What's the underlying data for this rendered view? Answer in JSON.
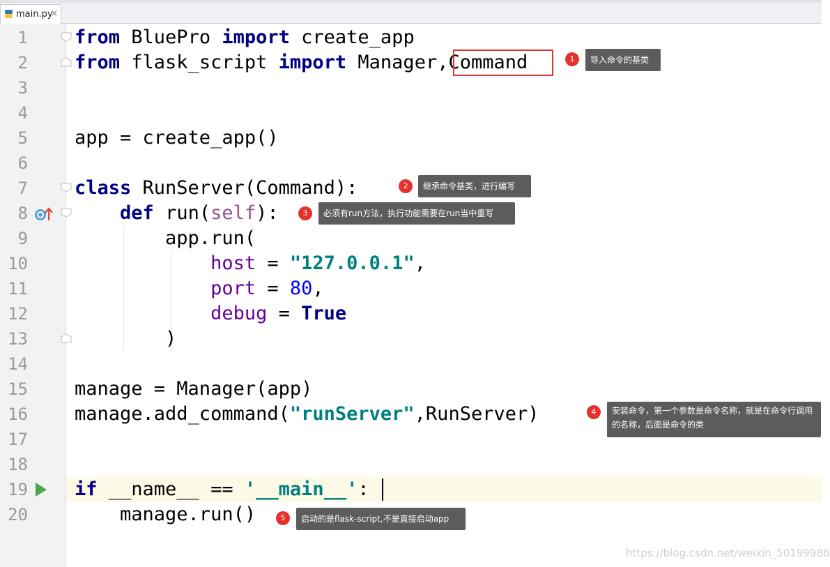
{
  "tab": {
    "filename": "main.py",
    "close_glyph": "×",
    "icon": "python-file-icon"
  },
  "line_numbers": [
    "1",
    "2",
    "3",
    "4",
    "5",
    "6",
    "7",
    "8",
    "9",
    "10",
    "11",
    "12",
    "13",
    "14",
    "15",
    "16",
    "17",
    "18",
    "19",
    "20"
  ],
  "code": {
    "l1": {
      "kw_from": "from",
      "mod": " BluePro ",
      "kw_import": "import",
      "rest": " create_app"
    },
    "l2": {
      "kw_from": "from",
      "mod": " flask_script ",
      "kw_import": "import",
      "rest": " Manager,Command"
    },
    "l5": {
      "text": "app = create_app()"
    },
    "l7": {
      "kw_class": "class",
      "rest": " RunServer(Command):"
    },
    "l8": {
      "indent": "    ",
      "kw_def": "def",
      "pre": " run(",
      "self": "self",
      "post": "):"
    },
    "l9": {
      "text": "        app.run("
    },
    "l10": {
      "indent": "            ",
      "param": "host",
      "eq": " = ",
      "str": "\"127.0.0.1\"",
      "tail": ","
    },
    "l11": {
      "indent": "            ",
      "param": "port",
      "eq": " = ",
      "num": "80",
      "tail": ","
    },
    "l12": {
      "indent": "            ",
      "param": "debug",
      "eq": " = ",
      "kw": "True"
    },
    "l13": {
      "text": "        )"
    },
    "l15": {
      "text": "manage = Manager(app)"
    },
    "l16": {
      "pre": "manage.add_command(",
      "str": "\"runServer\"",
      "post": ",RunServer)"
    },
    "l19": {
      "kw_if": "if",
      "mid": " __name__ == ",
      "str": "'__main__'",
      "tail": ":"
    },
    "l20": {
      "text": "    manage.run()"
    }
  },
  "annotations": [
    {
      "num": "1",
      "text": "导入命令的基类"
    },
    {
      "num": "2",
      "text": "继承命令基类，进行编写"
    },
    {
      "num": "3",
      "text": "必须有run方法，执行功能需要在run当中重写"
    },
    {
      "num": "4",
      "text": "安装命令，第一个参数是命令名称，就是在命令行调用的名称，后面是命令的类"
    },
    {
      "num": "5",
      "text": "启动的是flask-script,不是直接启动app"
    }
  ],
  "watermark": "https://blog.csdn.net/weixin_50199986",
  "colors": {
    "keyword": "#000080",
    "string": "#008080",
    "number": "#0000ff",
    "param": "#660099",
    "badge": "#e5322d",
    "note_bg": "#5c5c5c",
    "current_line": "#fcfae6"
  },
  "gutter_icons": {
    "line8": "override-method-icon",
    "line19": "run-icon"
  }
}
